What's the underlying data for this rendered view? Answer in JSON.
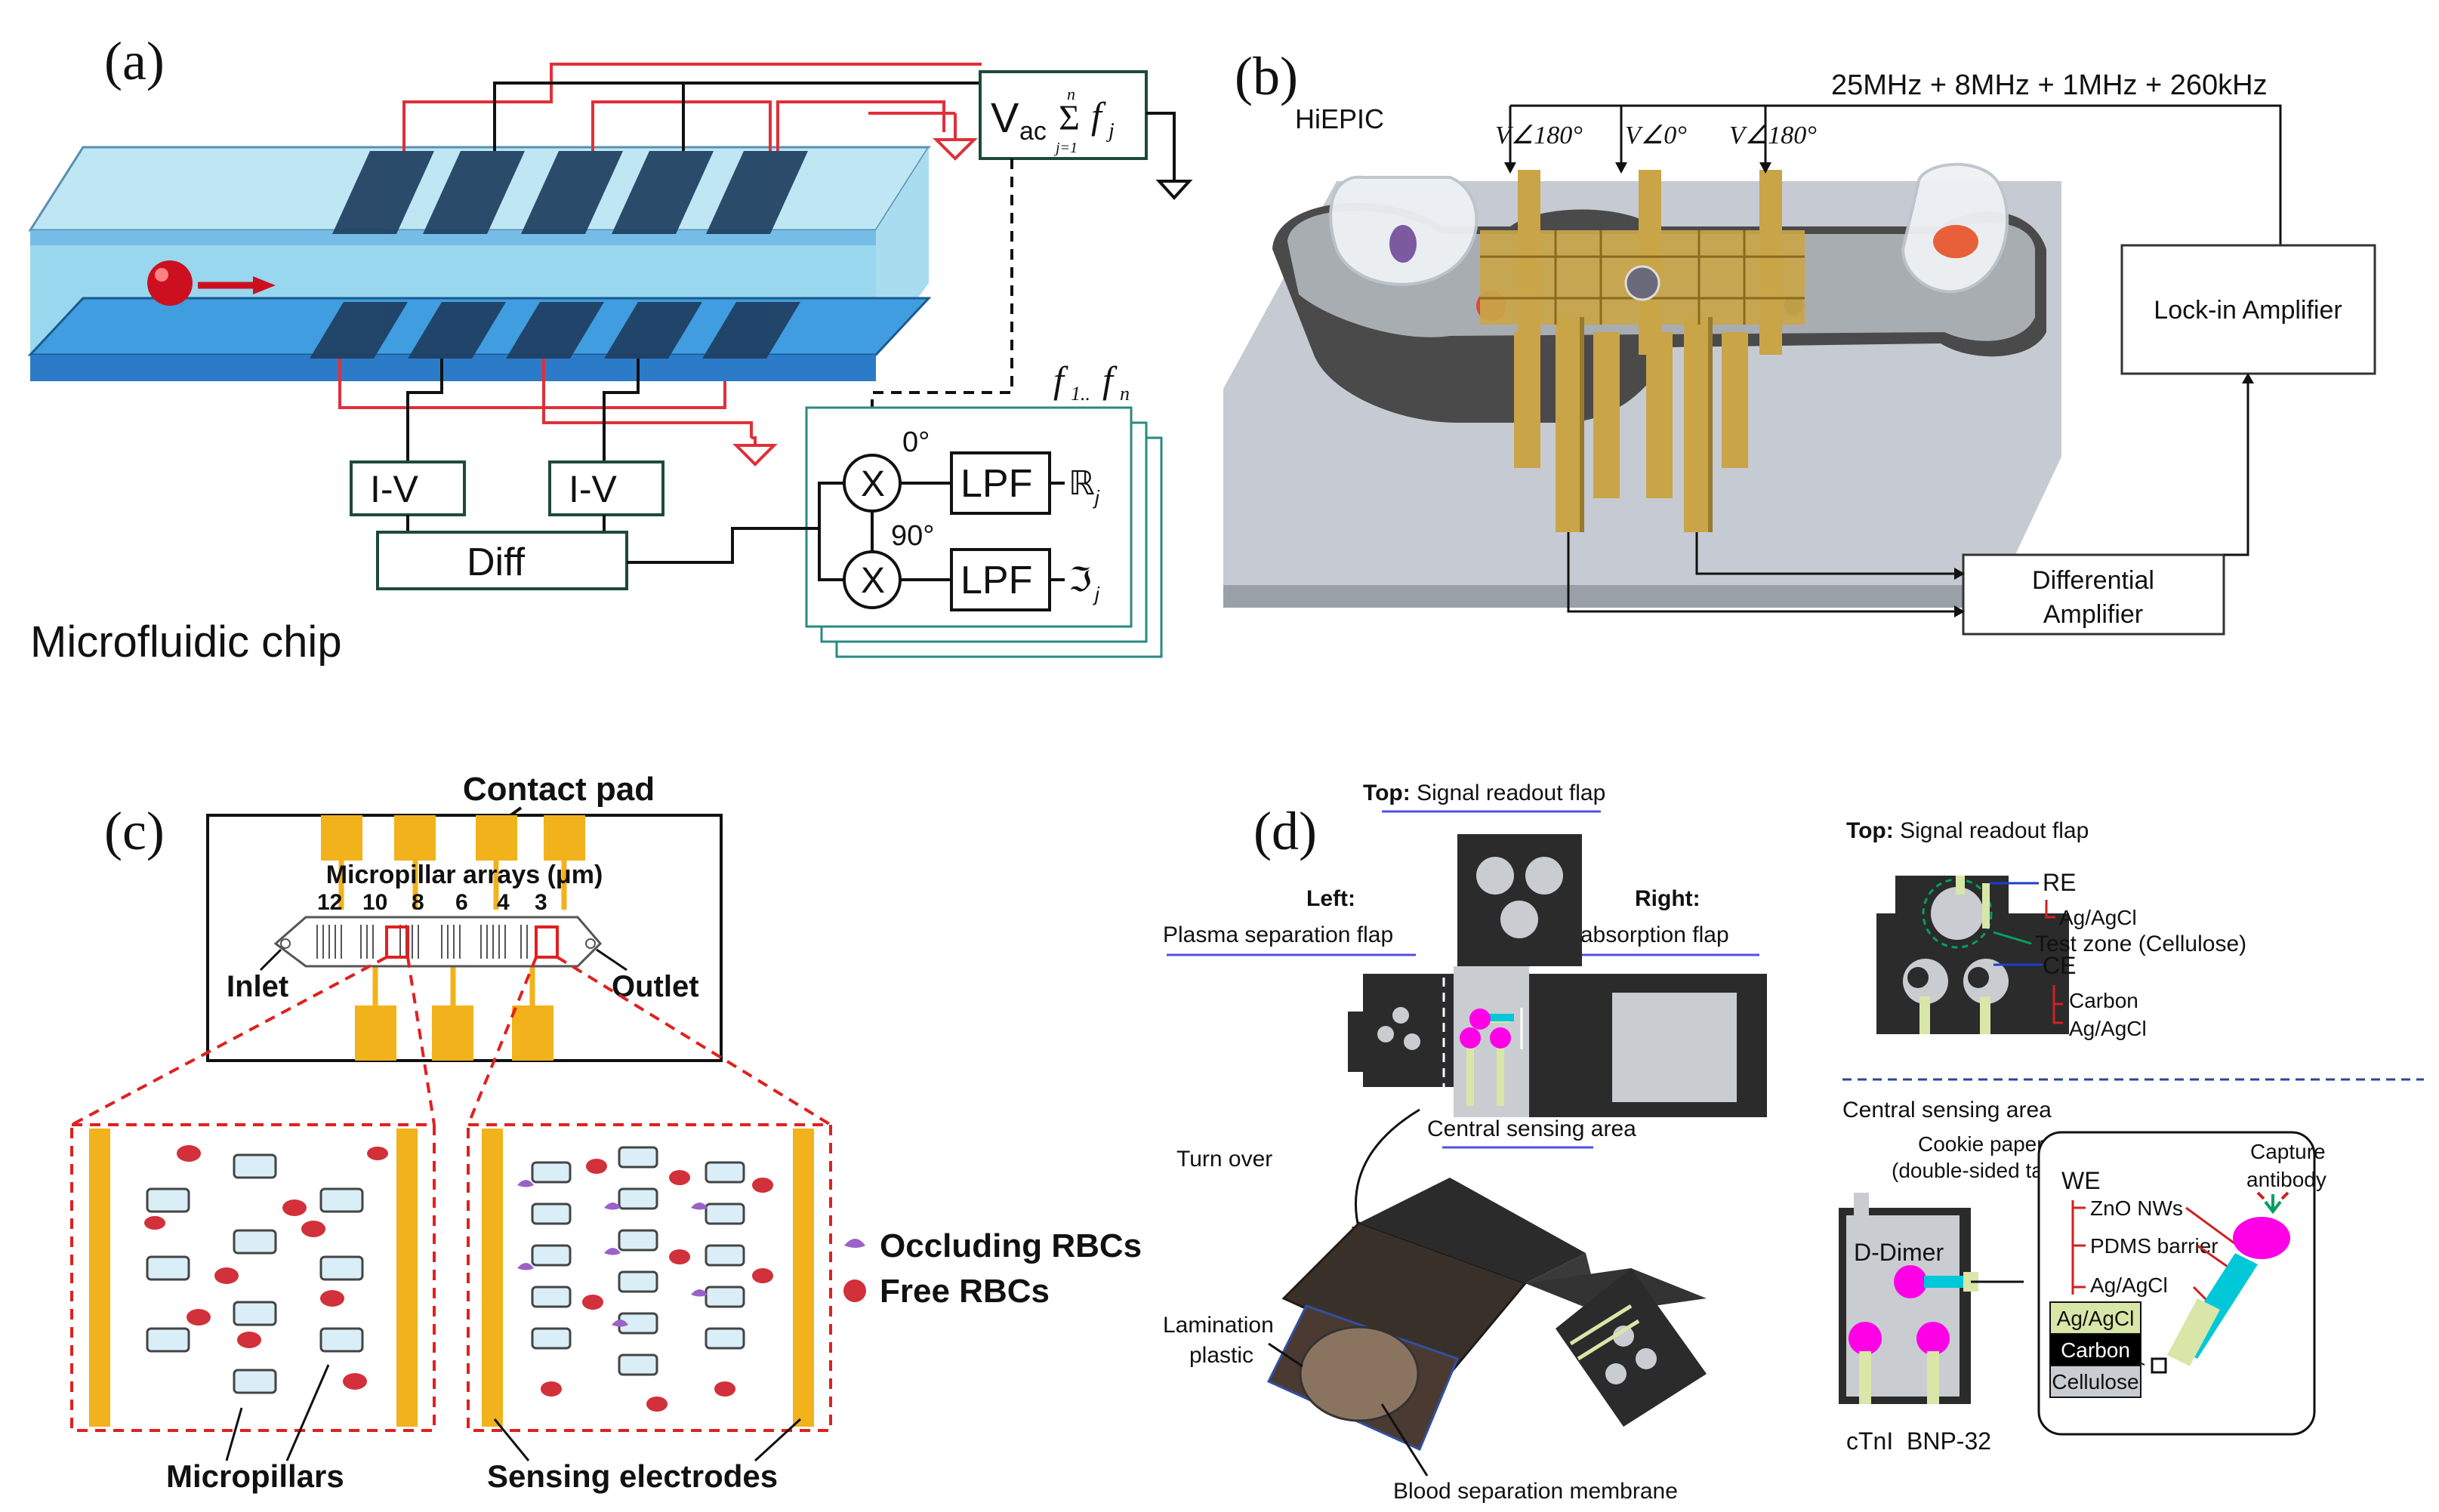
{
  "panel_a": {
    "letter": "(a)",
    "source_label": "V",
    "source_sub": "ac",
    "sum_top": "n",
    "sum_bottom": "j=1",
    "sum_term": "f",
    "sum_term_sub": "j",
    "stack_label": "f",
    "stack_sub": "1.. ",
    "stack_sub2": "n",
    "iv1": "I-V",
    "iv2": "I-V",
    "diff": "Diff",
    "mixer1": "X",
    "mixer2": "X",
    "phase0": "0°",
    "phase90": "90°",
    "lpf1": "LPF",
    "lpf2": "LPF",
    "out_re": "ℝ",
    "out_im": "ℑ",
    "out_sub": "j",
    "caption": "Microfluidic chip",
    "colors": {
      "electrode": "#1a3a5c",
      "channel": "#8ed3ec",
      "wire": "#e0303a",
      "box": "#1d4a3a",
      "particle": "#cc1020"
    }
  },
  "panel_b": {
    "letter": "(b)",
    "chip_label": "HiEPIC",
    "freq_label": "25MHz + 8MHz + 1MHz + 260kHz",
    "phase1": "V∠180°",
    "phase2": "V∠0°",
    "phase3": "V∠180°",
    "lockin": "Lock-in Amplifier",
    "diffamp_line1": "Differential",
    "diffamp_line2": "Amplifier",
    "colors": {
      "gold": "#c9a548",
      "base": "#c4c8d0",
      "channel": "#3a3a3a"
    }
  },
  "panel_c": {
    "letter": "(c)",
    "contact_pad": "Contact pad",
    "micropillar_title": "Micropillar arrays (μm)",
    "sizes": [
      "12",
      "10",
      "8",
      "6",
      "4",
      "3"
    ],
    "inlet": "Inlet",
    "outlet": "Outlet",
    "legend_occluding": "Occluding RBCs",
    "legend_free": "Free RBCs",
    "label_micropillars": "Micropillars",
    "label_electrodes": "Sensing electrodes",
    "colors": {
      "electrode": "#f2b21b",
      "rbc": "#d2303a",
      "occluding": "#9a62c8",
      "pillar": "#d9eef6",
      "dash": "#e02020"
    }
  },
  "panel_d": {
    "letter": "(d)",
    "top_bold": "Top:",
    "top_text": " Signal readout flap",
    "left_bold": "Left:",
    "left_text": "Plasma separation flap",
    "right_bold": "Right:",
    "right_text": "Buffer absorption flap",
    "central": "Central sensing area",
    "turn_over": "Turn over",
    "lamination_1": "Lamination",
    "lamination_2": "plastic",
    "blood_membrane": "Blood separation membrane",
    "detail_top_bold": "Top:",
    "detail_top_text": " Signal readout flap",
    "re": "RE",
    "re_mat": "Ag/AgCl",
    "test_zone": "Test zone (Cellulose)",
    "ce": "CE",
    "ce_mat1": "Carbon",
    "ce_mat2": "Ag/AgCl",
    "central_detail": "Central sensing area",
    "cookie_1": "Cookie paper",
    "cookie_2": "(double-sided tape)",
    "ddimer": "D-Dimer",
    "ctni": "cTnI",
    "bnp": "BNP-32",
    "we": "WE",
    "zno": "ZnO NWs",
    "pdms": "PDMS barrier",
    "agagcl": "Ag/AgCl",
    "capture_1": "Capture",
    "capture_2": "antibody",
    "layer1": "Ag/AgCl",
    "layer2": "Carbon",
    "layer3": "Cellulose",
    "colors": {
      "dark": "#2b2b2b",
      "gray": "#c9ccd0",
      "magenta": "#ff00e6",
      "electrode": "#d8e6a8",
      "blue": "#1a3fd0",
      "green": "#00a060",
      "red": "#ff2020"
    }
  }
}
